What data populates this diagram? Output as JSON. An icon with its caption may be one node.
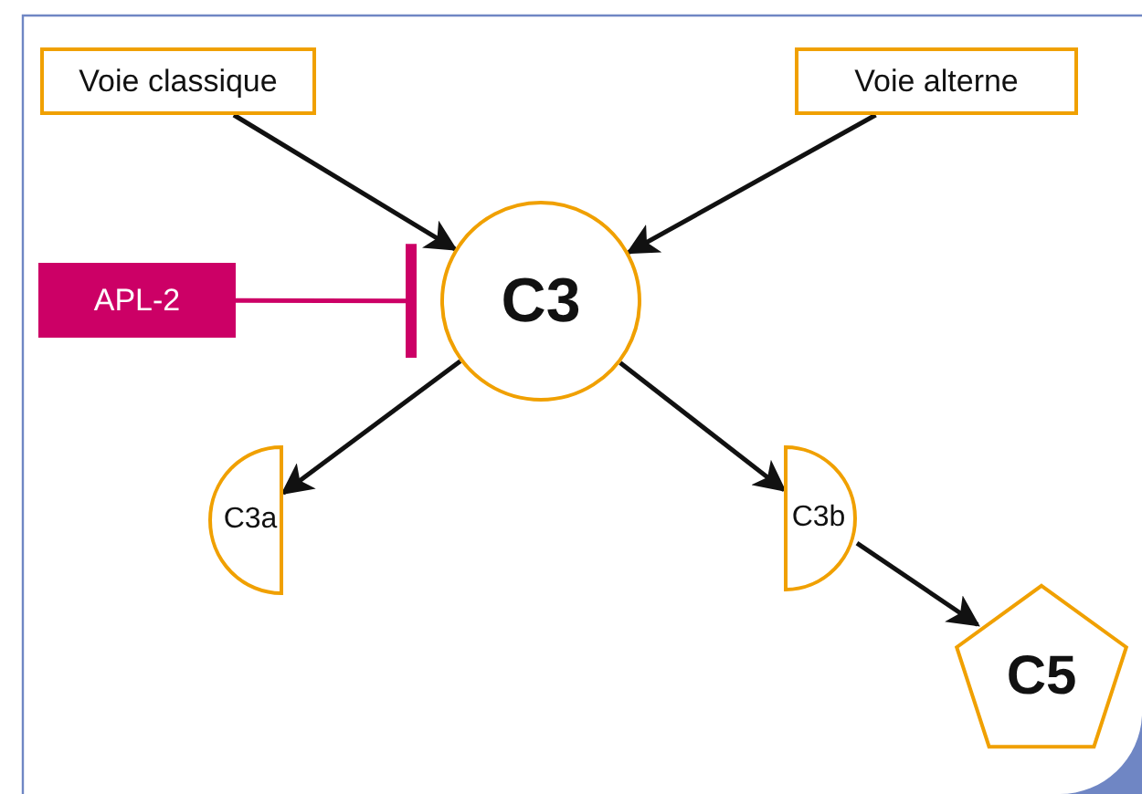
{
  "diagram": {
    "nodes": [
      {
        "text": [
          "Voie classique"
        ]
      },
      {
        "text": [
          "Voie alterne"
        ]
      },
      {
        "text": [
          "APL-2"
        ]
      },
      {
        "text": [
          "C3"
        ]
      },
      {
        "text": [
          "C3a"
        ]
      },
      {
        "text": [
          "C3b"
        ]
      },
      {
        "text": [
          "C5"
        ]
      }
    ],
    "edges": [
      {
        "from": 0,
        "to": 3,
        "arrow": "to"
      },
      {
        "from": 1,
        "to": 3,
        "arrow": "to"
      },
      {
        "from": 2,
        "to": 3,
        "arrow": "other",
        "color": "#cc0066"
      },
      {
        "from": 3,
        "to": 4,
        "arrow": "to"
      },
      {
        "from": 3,
        "to": 5,
        "arrow": "to"
      },
      {
        "from": 5,
        "to": 6,
        "arrow": "to"
      }
    ]
  }
}
